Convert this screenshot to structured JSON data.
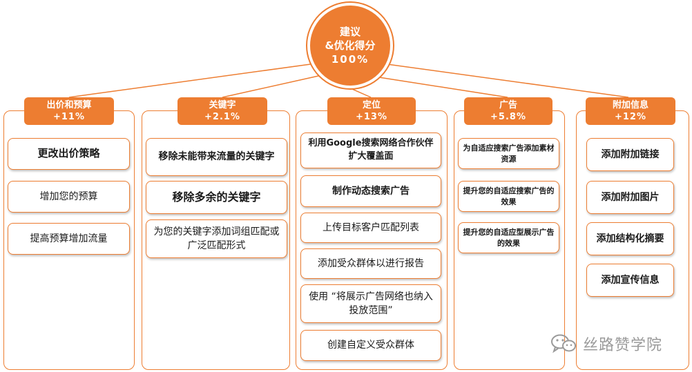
{
  "hub": {
    "title": "建议",
    "subtitle": "&优化得分",
    "score": "100%"
  },
  "columns": [
    {
      "title": "出价和预算",
      "value": "+11%",
      "items": [
        "更改出价策略",
        "增加您的预算",
        "提高预算增加流量"
      ]
    },
    {
      "title": "关键字",
      "value": "+2.1%",
      "items": [
        "移除未能带来流量的关键字",
        "移除多余的关键字",
        "为您的关键字添加词组匹配或广泛匹配形式"
      ]
    },
    {
      "title": "定位",
      "value": "+13%",
      "items": [
        "利用Google搜索网络合作伙伴扩大覆盖面",
        "制作动态搜索广告",
        "上传目标客户匹配列表",
        "添加受众群体以进行报告",
        "使用 “将展示广告网络也纳入投放范围”",
        "创建自定义受众群体"
      ]
    },
    {
      "title": "广告",
      "value": "+5.8%",
      "items": [
        "为自适应搜索广告添加素材资源",
        "提升您的自适应搜索广告的效果",
        "提升您的自适应型展示广告的效果"
      ]
    },
    {
      "title": "附加信息",
      "value": "+12%",
      "items": [
        "添加附加链接",
        "添加附加图片",
        "添加结构化摘要",
        "添加宣传信息"
      ]
    }
  ],
  "watermark": {
    "text": "丝路赞学院",
    "icon": "wechat-icon"
  },
  "colors": {
    "accent": "#ed7d31",
    "text": "#1a1a1a",
    "watermark": "#9a9a9a"
  }
}
